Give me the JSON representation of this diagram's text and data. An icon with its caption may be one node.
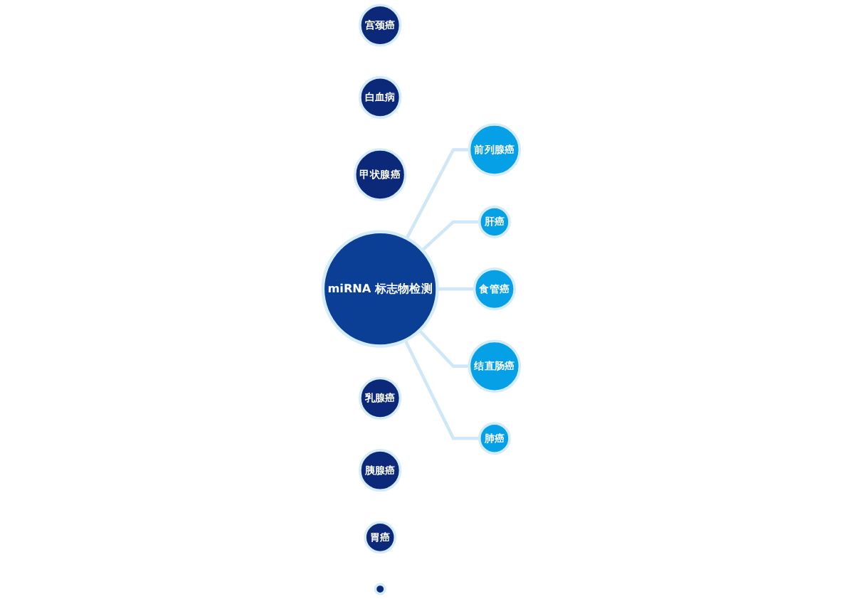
{
  "diagram": {
    "nodes": [
      {
        "text": [
          "前列腺癌"
        ]
      },
      {
        "text": [
          "宫颈癌"
        ]
      },
      {
        "text": [
          "肝癌"
        ]
      },
      {
        "text": [
          "白血病"
        ]
      },
      {
        "text": [
          "食管癌"
        ]
      },
      {
        "text": [
          "甲状腺癌"
        ]
      },
      {
        "text": [
          "miRNA 标志物检测"
        ]
      },
      {
        "text": [
          "结直肠癌"
        ]
      },
      {
        "text": [
          "乳腺癌"
        ]
      },
      {
        "text": [
          "肺癌"
        ]
      },
      {
        "text": [
          "胰腺癌"
        ]
      },
      {
        "text": [
          "胃癌"
        ]
      },
      {
        "text": [],
        "shape": "circle"
      }
    ],
    "edges": [
      {
        "from": 6,
        "to": 0,
        "arrow": "none"
      },
      {
        "from": 6,
        "to": 2,
        "arrow": "none"
      },
      {
        "from": 6,
        "to": 4,
        "arrow": "none"
      },
      {
        "from": 6,
        "to": 7,
        "arrow": "none"
      },
      {
        "from": 6,
        "to": 9,
        "arrow": "none"
      }
    ]
  }
}
